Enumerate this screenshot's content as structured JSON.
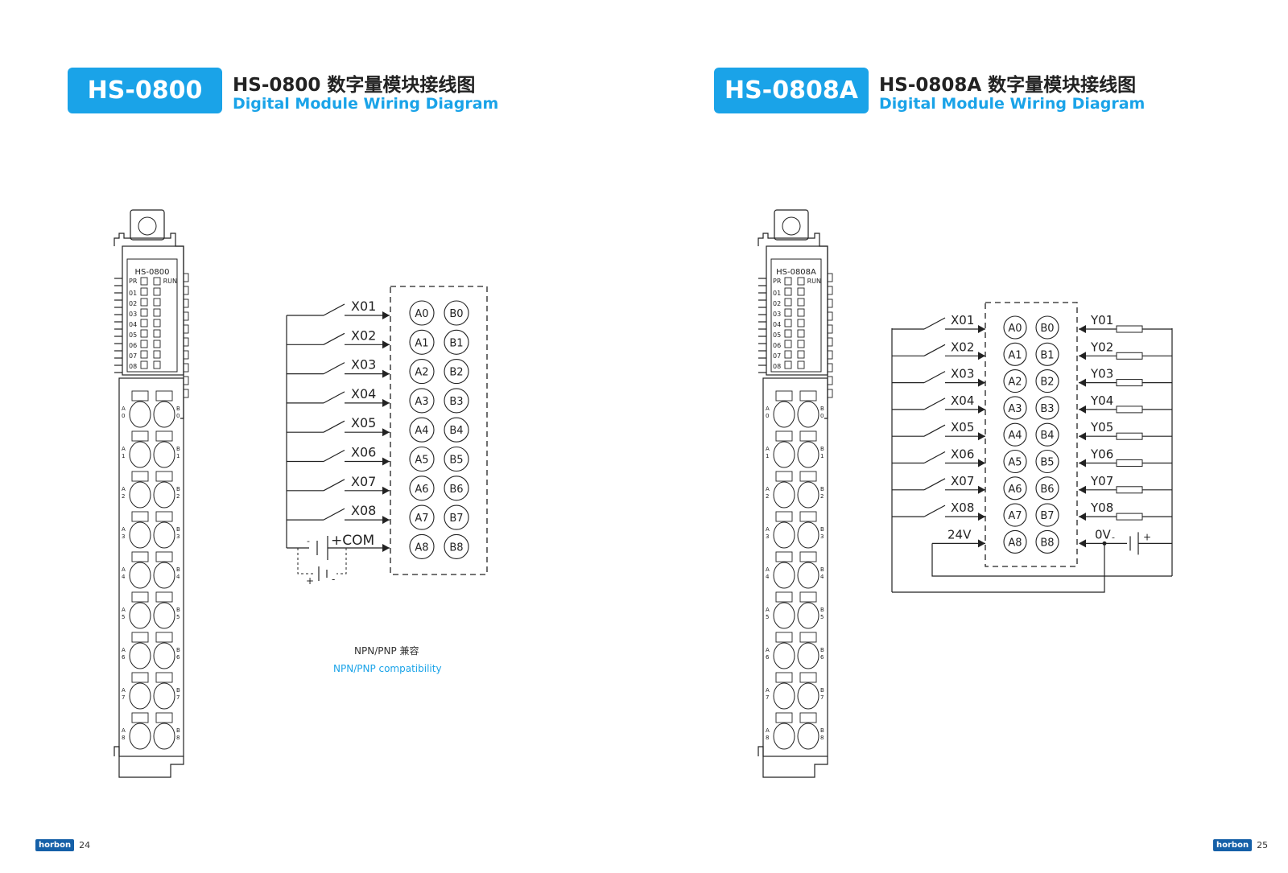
{
  "left": {
    "model": "HS-0800",
    "title_cn": "HS-0800 数字量模块接线图",
    "title_en": "Digital Module Wiring Diagram",
    "module_label": "HS-0800",
    "led_pr": "PR",
    "led_run": "RUN",
    "led_rows": [
      "01",
      "02",
      "03",
      "04",
      "05",
      "06",
      "07",
      "08"
    ],
    "inputs": [
      "X01",
      "X02",
      "X03",
      "X04",
      "X05",
      "X06",
      "X07",
      "X08"
    ],
    "com_label": "+COM",
    "terminals_a": [
      "A0",
      "A1",
      "A2",
      "A3",
      "A4",
      "A5",
      "A6",
      "A7",
      "A8"
    ],
    "terminals_b": [
      "B0",
      "B1",
      "B2",
      "B3",
      "B4",
      "B5",
      "B6",
      "B7",
      "B8"
    ],
    "note_cn": "NPN/PNP 兼容",
    "note_en": "NPN/PNP compatibility",
    "page_number": "24"
  },
  "right": {
    "model": "HS-0808A",
    "title_cn": "HS-0808A 数字量模块接线图",
    "title_en": "Digital Module Wiring Diagram",
    "module_label": "HS-0808A",
    "led_pr": "PR",
    "led_run": "RUN",
    "led_rows": [
      "01",
      "02",
      "03",
      "04",
      "05",
      "06",
      "07",
      "08"
    ],
    "inputs": [
      "X01",
      "X02",
      "X03",
      "X04",
      "X05",
      "X06",
      "X07",
      "X08"
    ],
    "outputs": [
      "Y01",
      "Y02",
      "Y03",
      "Y04",
      "Y05",
      "Y06",
      "Y07",
      "Y08"
    ],
    "supply_24v": "24V",
    "supply_0v": "0V",
    "terminals_a": [
      "A0",
      "A1",
      "A2",
      "A3",
      "A4",
      "A5",
      "A6",
      "A7",
      "A8"
    ],
    "terminals_b": [
      "B0",
      "B1",
      "B2",
      "B3",
      "B4",
      "B5",
      "B6",
      "B7",
      "B8"
    ],
    "page_number": "25"
  },
  "brand": "horbon",
  "colors": {
    "accent": "#1aa3e8",
    "logo": "#1560a8",
    "line": "#222222"
  },
  "module_side_letters": {
    "a": "A",
    "b": "B"
  },
  "terminal_indices": [
    "0",
    "1",
    "2",
    "3",
    "4",
    "5",
    "6",
    "7",
    "8"
  ],
  "polarity": {
    "plus": "+",
    "minus": "-"
  }
}
